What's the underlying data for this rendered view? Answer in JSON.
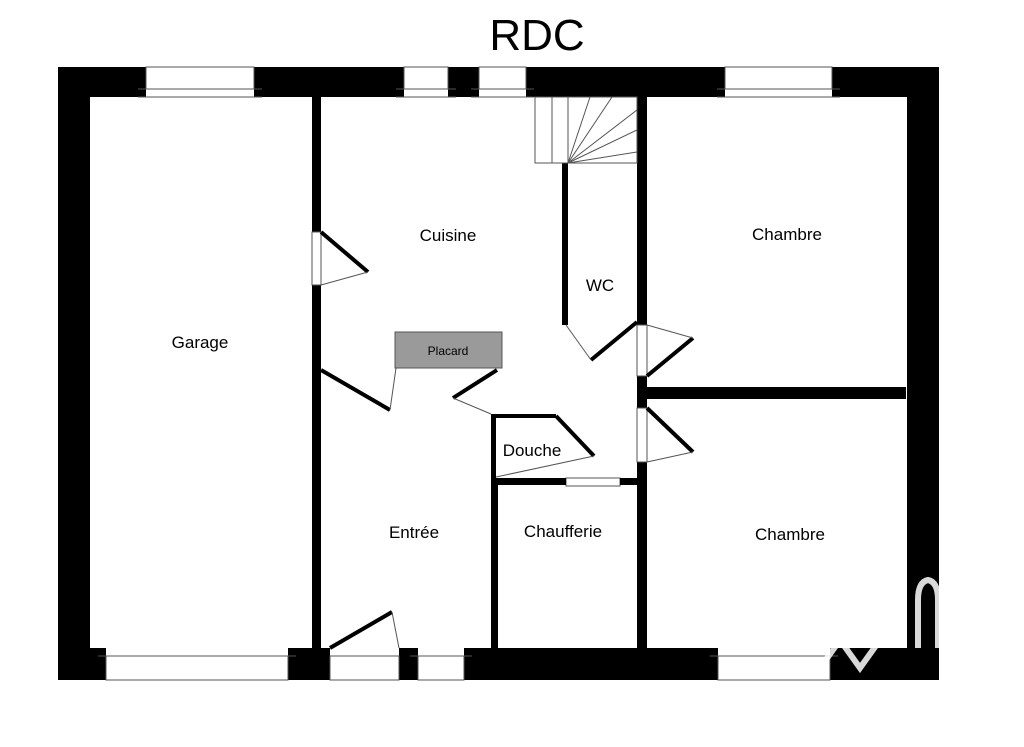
{
  "plan": {
    "title": "RDC",
    "rooms": {
      "garage": "Garage",
      "cuisine": "Cuisine",
      "placard": "Placard",
      "wc": "WC",
      "chambre_1": "Chambre",
      "chambre_2": "Chambre",
      "douche": "Douche",
      "entree": "Entrée",
      "chaufferie": "Chaufferie"
    }
  },
  "colors": {
    "wall": "#000000",
    "placard_fill": "#9a9a9a",
    "background": "#ffffff"
  }
}
